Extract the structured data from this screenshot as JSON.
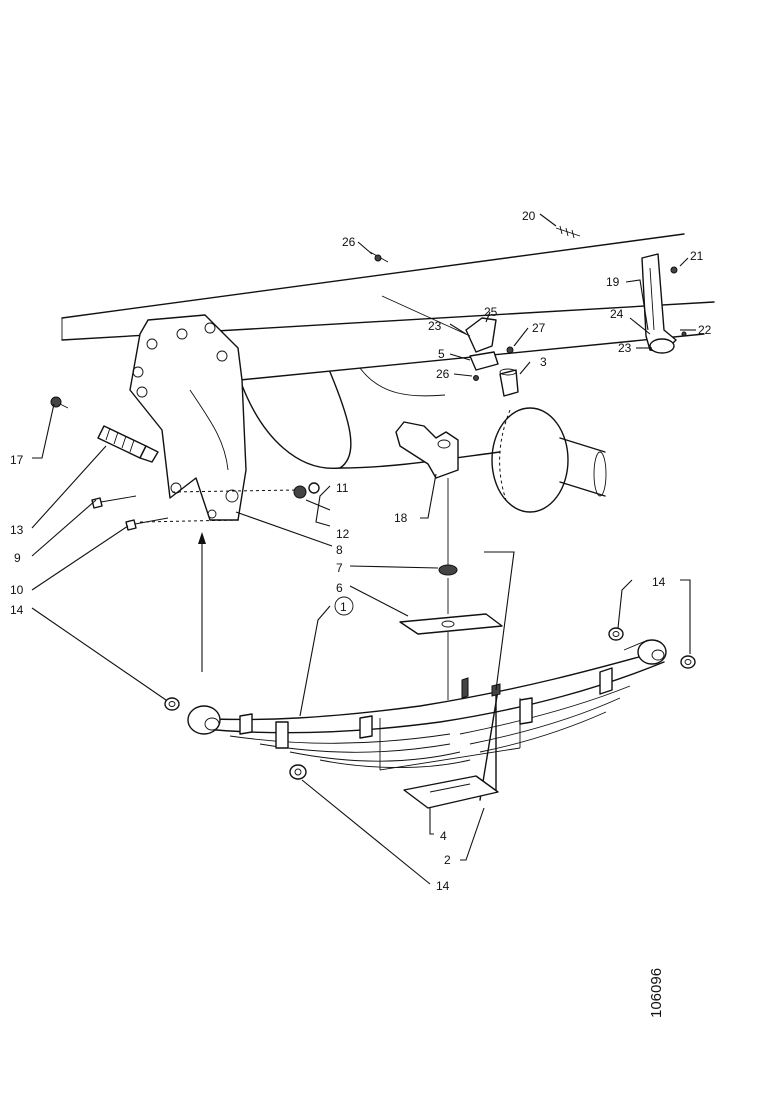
{
  "drawing": {
    "reference_number": "106096",
    "circled_callout": "1",
    "callouts": [
      {
        "id": "c17",
        "text": "17"
      },
      {
        "id": "c13",
        "text": "13"
      },
      {
        "id": "c9",
        "text": "9"
      },
      {
        "id": "c10",
        "text": "10"
      },
      {
        "id": "c14a",
        "text": "14"
      },
      {
        "id": "c11",
        "text": "11"
      },
      {
        "id": "c12",
        "text": "12"
      },
      {
        "id": "c8",
        "text": "8"
      },
      {
        "id": "c18",
        "text": "18"
      },
      {
        "id": "c7",
        "text": "7"
      },
      {
        "id": "c6",
        "text": "6"
      },
      {
        "id": "c14b",
        "text": "14"
      },
      {
        "id": "c14c",
        "text": "14"
      },
      {
        "id": "c4",
        "text": "4"
      },
      {
        "id": "c2",
        "text": "2"
      },
      {
        "id": "c26a",
        "text": "26"
      },
      {
        "id": "c20",
        "text": "20"
      },
      {
        "id": "c21",
        "text": "21"
      },
      {
        "id": "c19",
        "text": "19"
      },
      {
        "id": "c24",
        "text": "24"
      },
      {
        "id": "c22",
        "text": "22"
      },
      {
        "id": "c23a",
        "text": "23"
      },
      {
        "id": "c23b",
        "text": "23"
      },
      {
        "id": "c25",
        "text": "25"
      },
      {
        "id": "c27",
        "text": "27"
      },
      {
        "id": "c5",
        "text": "5"
      },
      {
        "id": "c3",
        "text": "3"
      },
      {
        "id": "c26b",
        "text": "26"
      }
    ]
  }
}
